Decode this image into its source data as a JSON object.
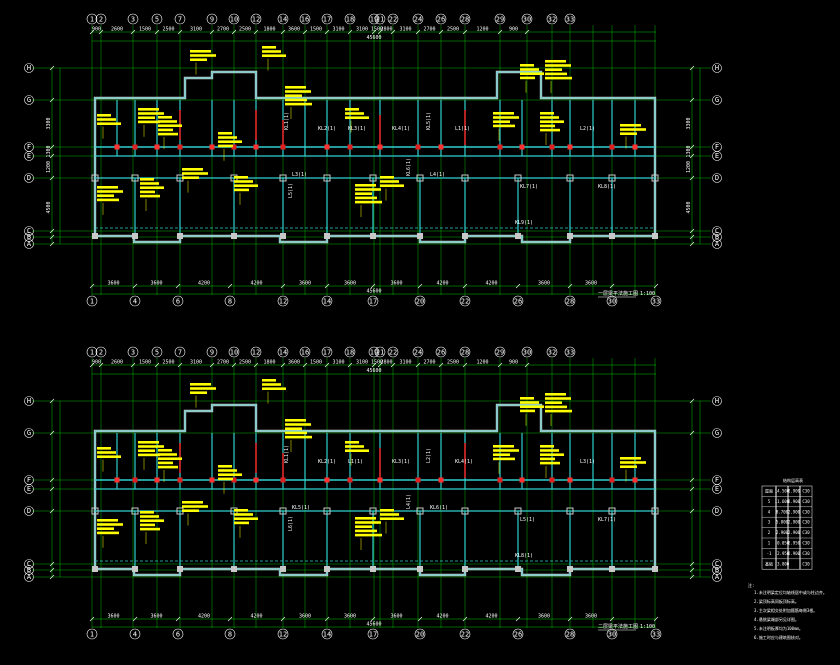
{
  "drawing": {
    "axes_top": [
      "1",
      "2",
      "3",
      "5",
      "7",
      "9",
      "10",
      "12",
      "14",
      "16",
      "17",
      "18",
      "19",
      "21",
      "22",
      "24",
      "26",
      "28",
      "29",
      "30",
      "32",
      "33"
    ],
    "axes_bottom": [
      "1",
      "4",
      "6",
      "8",
      "12",
      "14",
      "17",
      "20",
      "22",
      "26",
      "28",
      "30",
      "33"
    ],
    "axes_left": [
      "H",
      "G",
      "F",
      "E",
      "D",
      "C",
      "B",
      "A"
    ],
    "plan1": {
      "top_dims": [
        "900",
        "2600",
        "1500",
        "2500",
        "3100",
        "2700",
        "2500",
        "1800",
        "3600",
        "1500",
        "3100",
        "3100",
        "1500",
        "2800",
        "3100",
        "2700",
        "2500",
        "1200",
        "900"
      ],
      "bottom_dims": [
        "3600",
        "3600",
        "4200",
        "4200",
        "3600",
        "3600",
        "3600",
        "4200",
        "4200",
        "3600",
        "3600"
      ],
      "total_dim": "45600",
      "title": "一层梁平法施工图",
      "scale": "1:100",
      "left_dims": [
        "3300",
        "1300",
        "1200",
        "4500"
      ],
      "right_dims": [
        "3300",
        "1300",
        "1200",
        "4500"
      ],
      "beam_labels": [
        "KL1(1)",
        "KL2(1)",
        "KL3(1)",
        "KL4(1)",
        "KL5(1)",
        "L1(1)",
        "L2(1)",
        "L3(1)",
        "KL6(1)",
        "L4(1)",
        "KL7(1)",
        "KL8(1)",
        "L5(1)",
        "KL9(1)"
      ]
    },
    "plan2": {
      "top_dims": [
        "900",
        "2600",
        "1500",
        "2500",
        "3100",
        "2700",
        "2500",
        "1800",
        "3600",
        "1500",
        "3100",
        "3100",
        "1500",
        "2800",
        "3100",
        "2700",
        "2500",
        "1200",
        "900"
      ],
      "bottom_dims": [
        "3600",
        "3600",
        "4200",
        "4200",
        "3600",
        "3600",
        "3600",
        "4200",
        "4200",
        "3600",
        "3600"
      ],
      "total_dim": "45600",
      "title": "二层梁平法施工图",
      "scale": "1:100",
      "beam_labels": [
        "KL1(1)",
        "KL2(1)",
        "L1(1)",
        "KL3(1)",
        "L2(1)",
        "KL4(1)",
        "L3(1)",
        "KL5(1)",
        "L4(1)",
        "KL6(1)",
        "L5(1)",
        "KL7(1)",
        "L6(1)",
        "KL8(1)"
      ]
    },
    "level_table": {
      "title": "结构层高表",
      "rows": [
        [
          "屋面",
          "14.500",
          "2.900",
          "C30"
        ],
        [
          "5",
          "11.600",
          "2.900",
          "C30"
        ],
        [
          "4",
          "8.700",
          "2.900",
          "C30"
        ],
        [
          "3",
          "5.800",
          "2.900",
          "C30"
        ],
        [
          "2",
          "2.900",
          "2.900",
          "C30"
        ],
        [
          "1",
          "-0.050",
          "2.950",
          "C30"
        ],
        [
          "-1",
          "-2.950",
          "2.900",
          "C30"
        ],
        [
          "基础",
          "-3.800",
          "",
          "C30"
        ]
      ]
    },
    "notes": {
      "title": "注:",
      "lines": [
        "1.未注明梁定位均轴线居中或与柱边齐。",
        "2.梁顶标高同板顶标高。",
        "3.主次梁相交处附加箍筋每侧3根。",
        "4.悬挑梁端部另见详图。",
        "5.未注明板厚均为100mm。",
        "6.施工时应与建筑图核对。"
      ]
    }
  }
}
